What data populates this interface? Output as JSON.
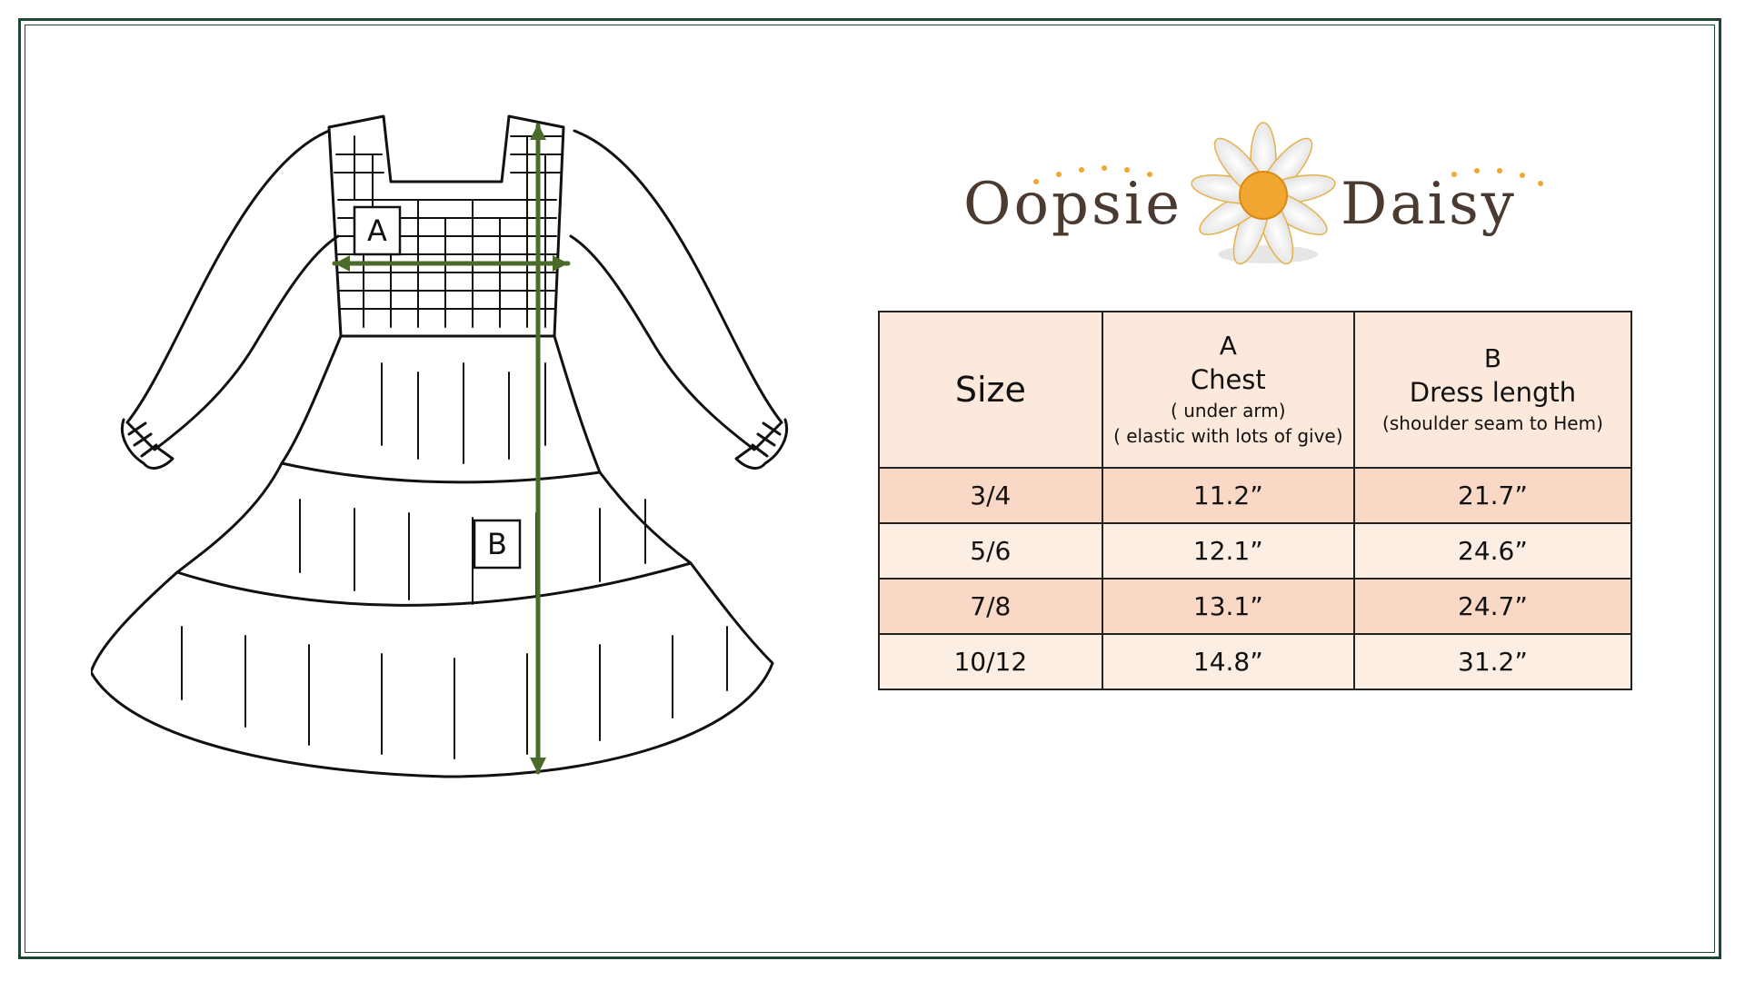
{
  "brand": {
    "word_left": "Oopsie",
    "word_right": "Daisy",
    "accent_color": "#f0a630"
  },
  "diagram": {
    "label_a": "A",
    "label_b": "B",
    "arrow_color": "#4b6b2a"
  },
  "table": {
    "header": {
      "size": "Size",
      "a_letter": "A",
      "a_name": "Chest",
      "a_sub1": "( under arm)",
      "a_sub2": "( elastic with lots of give)",
      "b_letter": "B",
      "b_name": "Dress length",
      "b_sub": "(shoulder seam to Hem)"
    },
    "rows": [
      {
        "size": "3/4",
        "chest": "11.2”",
        "length": "21.7”"
      },
      {
        "size": "5/6",
        "chest": "12.1”",
        "length": "24.6”"
      },
      {
        "size": "7/8",
        "chest": "13.1”",
        "length": "24.7”"
      },
      {
        "size": "10/12",
        "chest": "14.8”",
        "length": "31.2”"
      }
    ]
  }
}
